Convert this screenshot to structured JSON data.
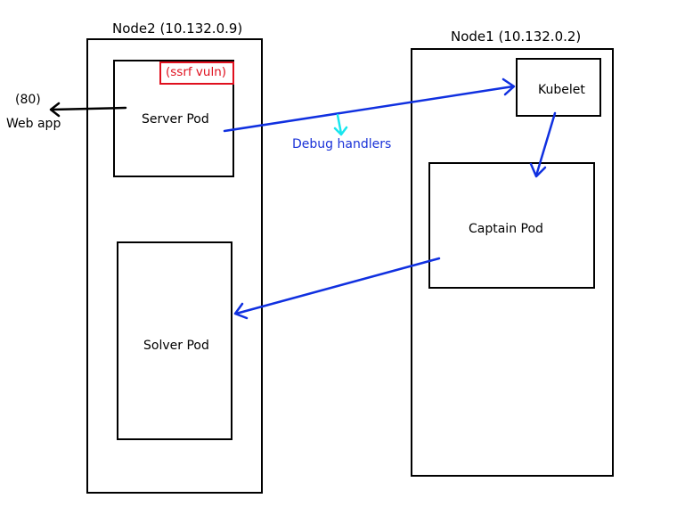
{
  "nodes": {
    "node2": {
      "title": "Node2 (10.132.0.9)"
    },
    "node1": {
      "title": "Node1 (10.132.0.2)"
    }
  },
  "pods": {
    "server": {
      "label": "Server Pod",
      "tag": "(ssrf vuln)"
    },
    "solver": {
      "label": "Solver Pod"
    },
    "kubelet": {
      "label": "Kubelet"
    },
    "captain": {
      "label": "Captain Pod"
    }
  },
  "edges": {
    "web_app": {
      "port": "(80)",
      "label": "Web app"
    },
    "debug": {
      "label": "Debug handlers"
    }
  },
  "colors": {
    "line": "#000000",
    "arrow_blue": "#1030e0",
    "label_blue": "#1a32d8",
    "tag_red": "#e0101e",
    "pointer_cyan": "#19e6ee"
  }
}
